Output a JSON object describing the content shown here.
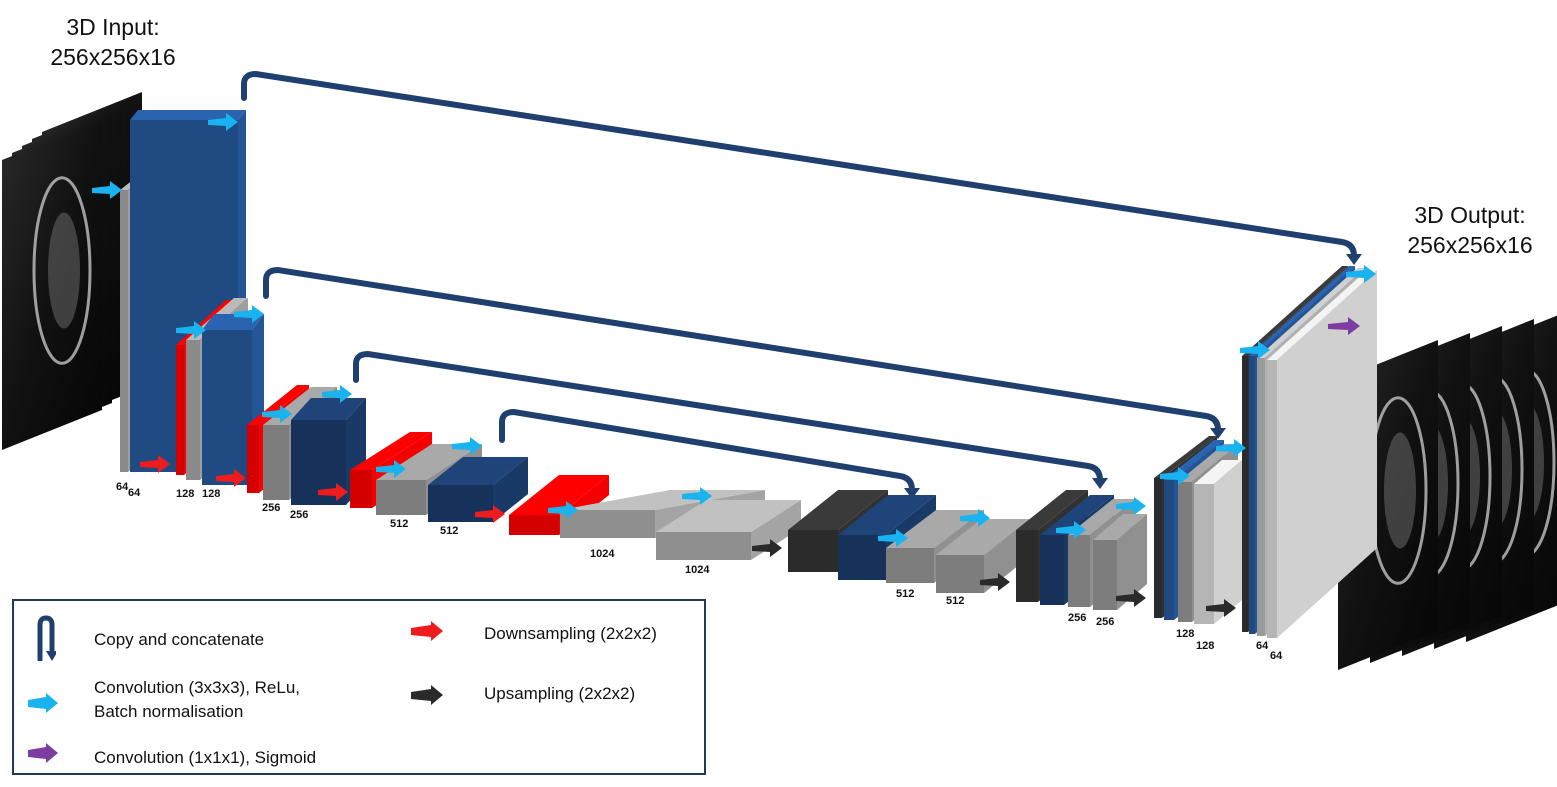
{
  "input_label": {
    "line1": "3D Input:",
    "line2": "256x256x16"
  },
  "output_label": {
    "line1": "3D Output:",
    "line2": "256x256x16"
  },
  "channel_labels": {
    "enc1a": "64",
    "enc1b": "64",
    "enc2a": "128",
    "enc2b": "128",
    "enc3a": "256",
    "enc3b": "256",
    "enc4a": "512",
    "enc4b": "512",
    "bot_a": "1024",
    "bot_b": "1024",
    "dec4a": "512",
    "dec4b": "512",
    "dec3a": "256",
    "dec3b": "256",
    "dec2a": "128",
    "dec2b": "128",
    "dec1a": "64",
    "dec1b": "64"
  },
  "legend": {
    "copy": "Copy and concatenate",
    "conv_line1": "Convolution (3x3x3), ReLu,",
    "conv_line2": "Batch normalisation",
    "conv1": "Convolution (1x1x1), Sigmoid",
    "down": "Downsampling (2x2x2)",
    "up": "Upsampling (2x2x2)"
  },
  "colors": {
    "blue_block": "#1f4a82",
    "dark_blue_block": "#16325a",
    "gray_block": "#7d7d7d",
    "light_gray_block": "#b5b5b5",
    "red_block": "#d40000",
    "black_block": "#2b2b2b",
    "skip_arrow": "#1f3f6e",
    "conv_arrow": "#19b3f0",
    "down_arrow": "#ee1c1c",
    "up_arrow": "#2a2a2a",
    "sigmoid_arrow": "#7d3ca0"
  }
}
